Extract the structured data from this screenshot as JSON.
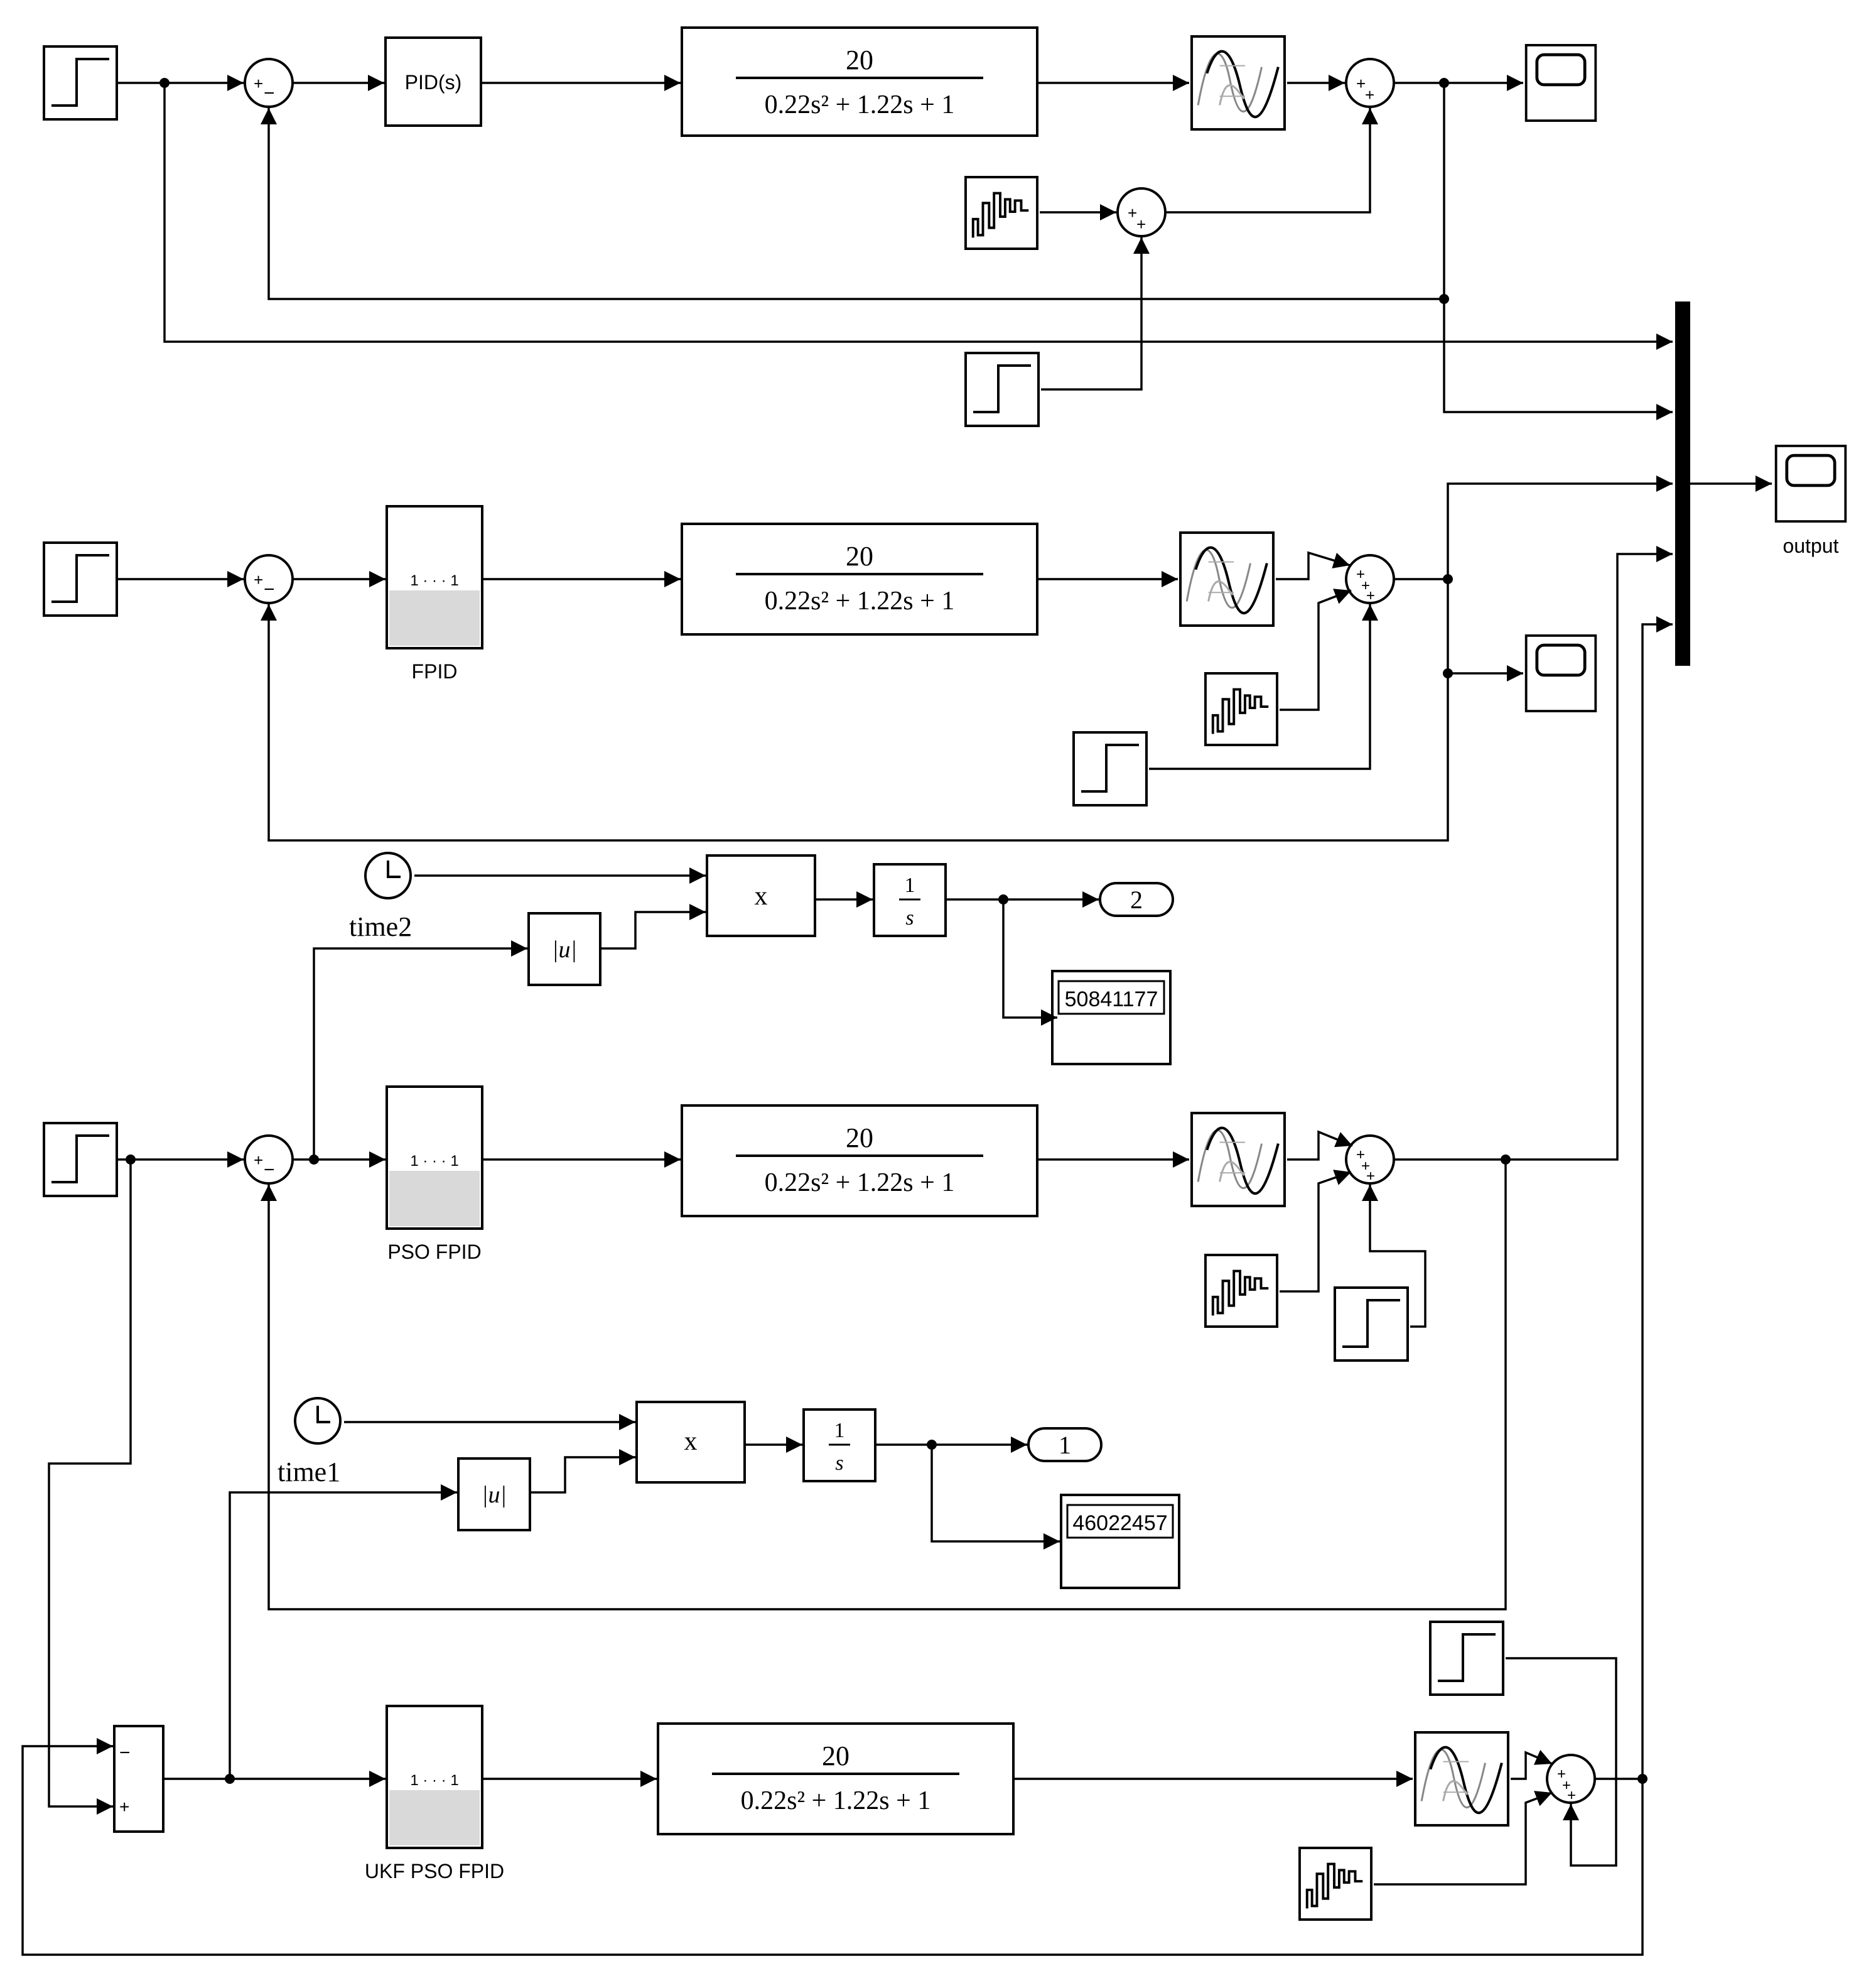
{
  "transfer_function": {
    "numerator": "20",
    "denominator": "0.22s² + 1.22s + 1"
  },
  "pid_block": {
    "label": "PID(s)"
  },
  "fuzzy_blocks": {
    "fpid": "FPID",
    "pso_fpid": "PSO FPID",
    "ukf_pso_fpid": "UKF PSO FPID"
  },
  "clocks": {
    "time2": "time2",
    "time1": "time1"
  },
  "product_symbol": "x",
  "integrator": {
    "num": "1",
    "den": "s"
  },
  "abs_symbol": "|u|",
  "outports": {
    "port2": "2",
    "port1": "1"
  },
  "displays": {
    "display_top": "50841177",
    "display_bottom": "46022457"
  },
  "scope_output_label": "output",
  "sum_signs": {
    "plus": "+",
    "minus": "−"
  }
}
